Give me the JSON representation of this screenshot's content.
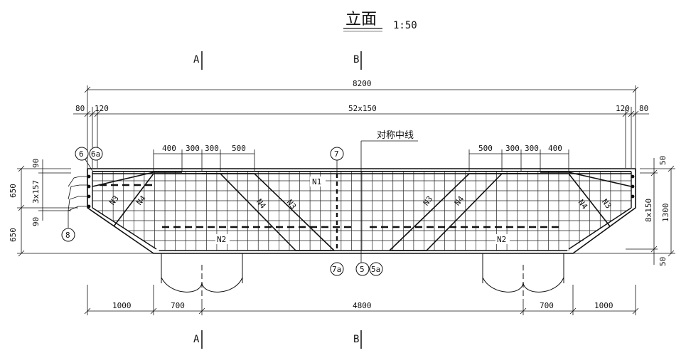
{
  "title": "立面",
  "scale": "1:50",
  "sections": {
    "a": "A",
    "b": "B"
  },
  "centerline_label": "对称中线",
  "dims": {
    "overall": "8200",
    "left_cover": "80",
    "left_offset": "120",
    "spacing": "52x150",
    "right_offset": "120",
    "right_cover": "80",
    "top_left": [
      "400",
      "300",
      "300",
      "500"
    ],
    "top_right": [
      "500",
      "300",
      "300",
      "400"
    ],
    "left_v1": "90",
    "left_v2": "3x157",
    "left_v3": "90",
    "left_h_top": "650",
    "left_h_bot": "650",
    "right_top": "50",
    "right_mid": "8x150",
    "right_total": "1300",
    "right_bot": "50",
    "bottom": [
      "1000",
      "700",
      "4800",
      "700",
      "1000"
    ]
  },
  "bars": {
    "n1": "N1",
    "n2_left": "N2",
    "n2_right": "N2",
    "n3": "N3",
    "n4": "N4"
  },
  "markers": {
    "m6": "6",
    "m6a": "6a",
    "m8": "8",
    "m7": "7",
    "m7a": "7a",
    "m5": "5",
    "m5a": "5a"
  }
}
